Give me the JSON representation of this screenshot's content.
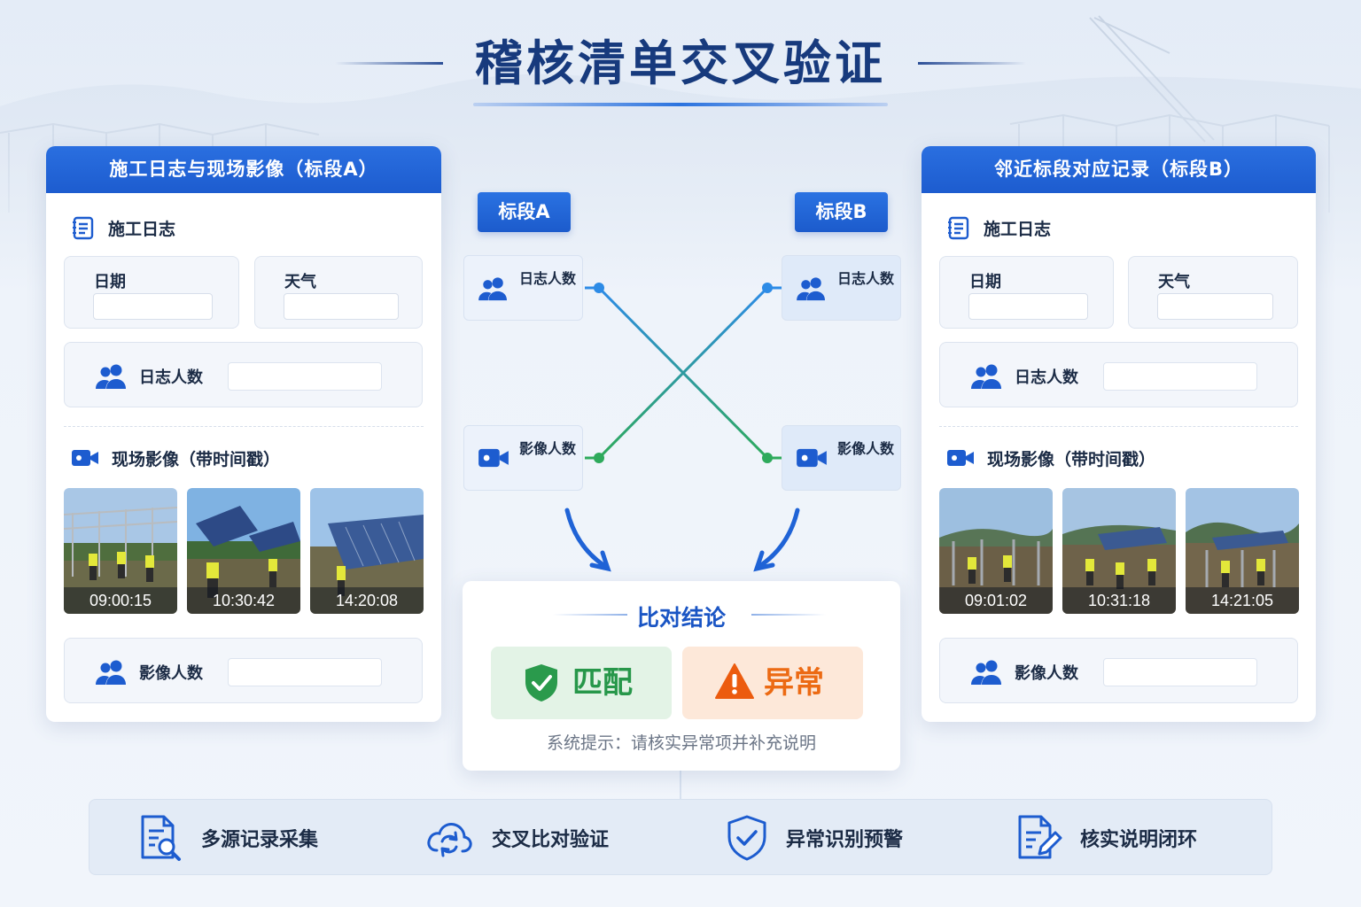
{
  "title": "稽核清单交叉验证",
  "left_panel": {
    "header": "施工日志与现场影像（标段A）",
    "log_section": "施工日志",
    "date_label": "日期",
    "weather_label": "天气",
    "log_count_label": "日志人数",
    "image_section": "现场影像（带时间戳）",
    "photos": [
      {
        "time": "09:00:15"
      },
      {
        "time": "10:30:42"
      },
      {
        "time": "14:20:08"
      }
    ],
    "image_count_label": "影像人数"
  },
  "right_panel": {
    "header": "邻近标段对应记录（标段B）",
    "log_section": "施工日志",
    "date_label": "日期",
    "weather_label": "天气",
    "log_count_label": "日志人数",
    "image_section": "现场影像（带时间戳）",
    "photos": [
      {
        "time": "09:01:02"
      },
      {
        "time": "10:31:18"
      },
      {
        "time": "14:21:05"
      }
    ],
    "image_count_label": "影像人数"
  },
  "center": {
    "tag_a": "标段A",
    "tag_b": "标段B",
    "a_log": "日志人数",
    "a_image": "影像人数",
    "b_log": "日志人数",
    "b_image": "影像人数"
  },
  "result": {
    "title": "比对结论",
    "match": "匹配",
    "anomaly": "异常",
    "hint": "系统提示：请核实异常项并补充说明",
    "colors": {
      "match": "#27974a",
      "anomaly": "#ec6a13"
    }
  },
  "features": [
    {
      "label": "多源记录采集",
      "icon": "document-search-icon"
    },
    {
      "label": "交叉比对验证",
      "icon": "sync-cloud-icon"
    },
    {
      "label": "异常识别预警",
      "icon": "shield-check-icon"
    },
    {
      "label": "核实说明闭环",
      "icon": "document-edit-icon"
    }
  ],
  "colors": {
    "primary": "#1d5ccf",
    "title": "#173a7d",
    "line_blue": "#2d8be6",
    "line_green": "#2eaa5b"
  }
}
